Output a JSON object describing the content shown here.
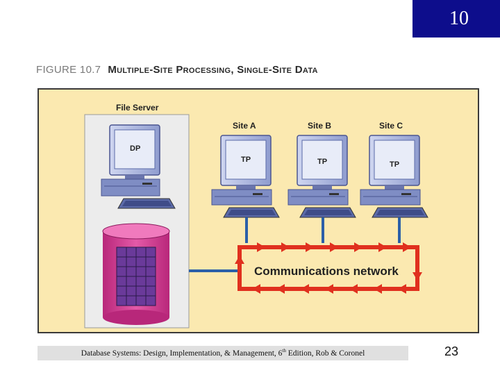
{
  "chapter_number": "10",
  "figure": {
    "number": "FIGURE 10.7",
    "title": "Multiple-Site Processing, Single-Site Data",
    "file_server_label": "File Server",
    "server_screen_label": "DP",
    "sites": [
      {
        "name": "Site A",
        "screen": "TP"
      },
      {
        "name": "Site B",
        "screen": "TP"
      },
      {
        "name": "Site C",
        "screen": "TP"
      }
    ],
    "network_label": "Communications network"
  },
  "footer": {
    "text_before": "Database Systems: Design, Implementation, & Management, 6",
    "sup": "th",
    "text_after": " Edition, Rob & Coronel"
  },
  "page_number": "23",
  "colors": {
    "chapter_box": "#0d0d8c",
    "figure_background": "#fbe9b0",
    "network_arrow": "#e0301e",
    "network_line": "#2b5fa8",
    "database": "#d23a8c"
  }
}
